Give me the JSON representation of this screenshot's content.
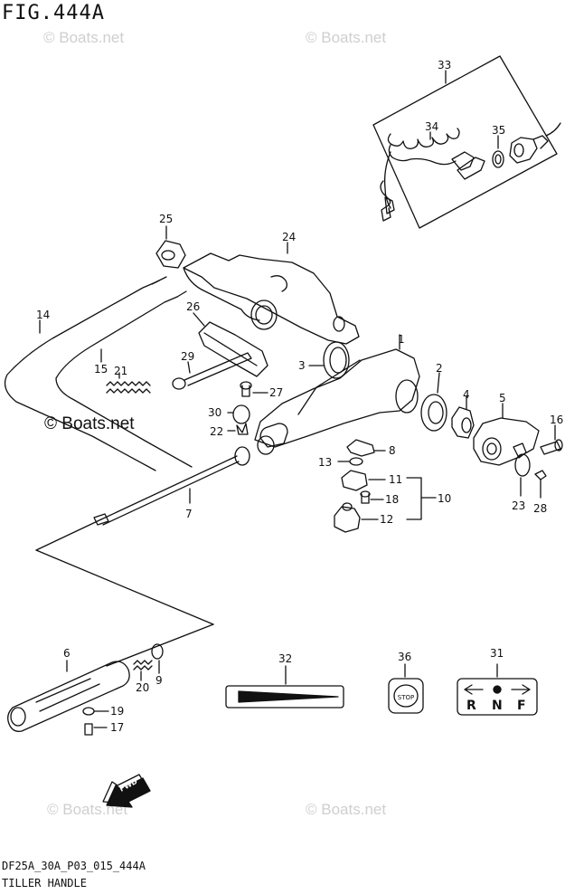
{
  "figure_title": "FIG.444A",
  "footer": {
    "code": "DF25A_30A_P03_015_444A",
    "title": "TILLER HANDLE"
  },
  "watermarks": [
    "© Boats.net",
    "© Boats.net",
    "© Boats.net",
    "© Boats.net",
    "© Boats.net"
  ],
  "callouts": [
    "1",
    "2",
    "3",
    "4",
    "5",
    "6",
    "7",
    "8",
    "9",
    "10",
    "11",
    "12",
    "13",
    "14",
    "15",
    "16",
    "17",
    "18",
    "19",
    "20",
    "21",
    "22",
    "23",
    "24",
    "25",
    "26",
    "27",
    "28",
    "29",
    "30",
    "31",
    "32",
    "33",
    "34",
    "35",
    "36"
  ],
  "decal_36_text": "STOP",
  "decal_31_letters": [
    "R",
    "N",
    "F"
  ],
  "fwd_label": "FWD"
}
